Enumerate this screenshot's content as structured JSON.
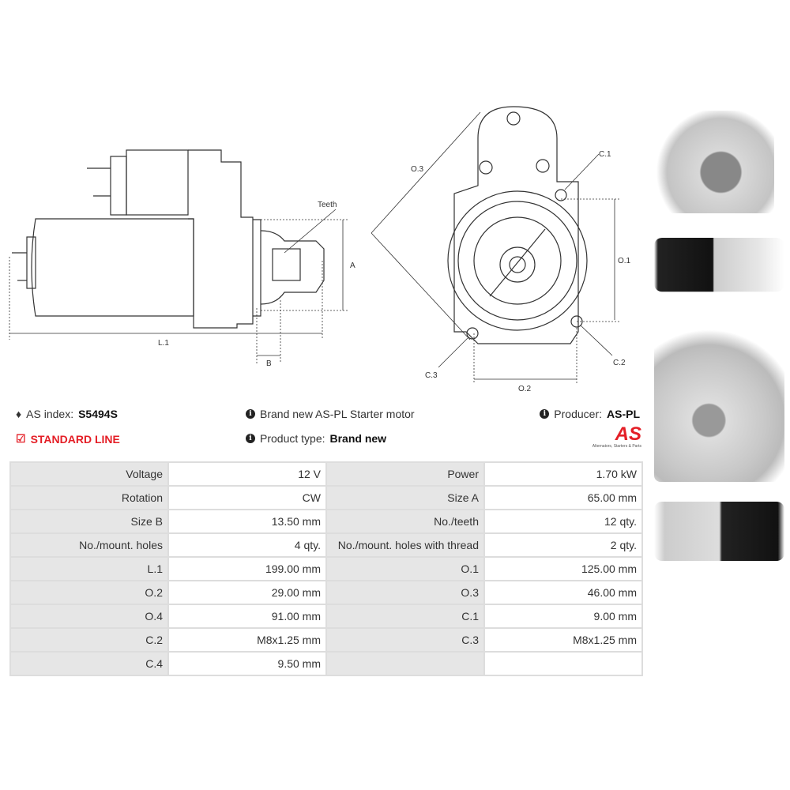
{
  "drawing_labels": {
    "teeth": "Teeth",
    "a": "A",
    "l1": "L.1",
    "b": "B",
    "o3": "O.3",
    "c1": "C.1",
    "o1": "O.1",
    "c2": "C.2",
    "c3": "C.3",
    "o2": "O.2"
  },
  "info": {
    "as_index_label": "AS index:",
    "as_index_value": "S5494S",
    "line": "STANDARD LINE",
    "description": "Brand new AS-PL Starter motor",
    "product_type_label": "Product type:",
    "product_type_value": "Brand new",
    "producer_label": "Producer:",
    "producer_value": "AS-PL",
    "logo_text": "AS",
    "logo_tagline": "Alternators, Starters & Parts"
  },
  "colors": {
    "accent": "#e41e26",
    "label_bg": "#e6e6e6"
  },
  "specs": [
    [
      "Voltage",
      "12 V",
      "Power",
      "1.70 kW"
    ],
    [
      "Rotation",
      "CW",
      "Size A",
      "65.00 mm"
    ],
    [
      "Size B",
      "13.50 mm",
      "No./teeth",
      "12 qty."
    ],
    [
      "No./mount. holes",
      "4 qty.",
      "No./mount. holes with thread",
      "2 qty."
    ],
    [
      "L.1",
      "199.00 mm",
      "O.1",
      "125.00 mm"
    ],
    [
      "O.2",
      "29.00 mm",
      "O.3",
      "46.00 mm"
    ],
    [
      "O.4",
      "91.00 mm",
      "C.1",
      "9.00 mm"
    ],
    [
      "C.2",
      "M8x1.25 mm",
      "C.3",
      "M8x1.25 mm"
    ],
    [
      "C.4",
      "9.50 mm",
      "",
      ""
    ]
  ]
}
